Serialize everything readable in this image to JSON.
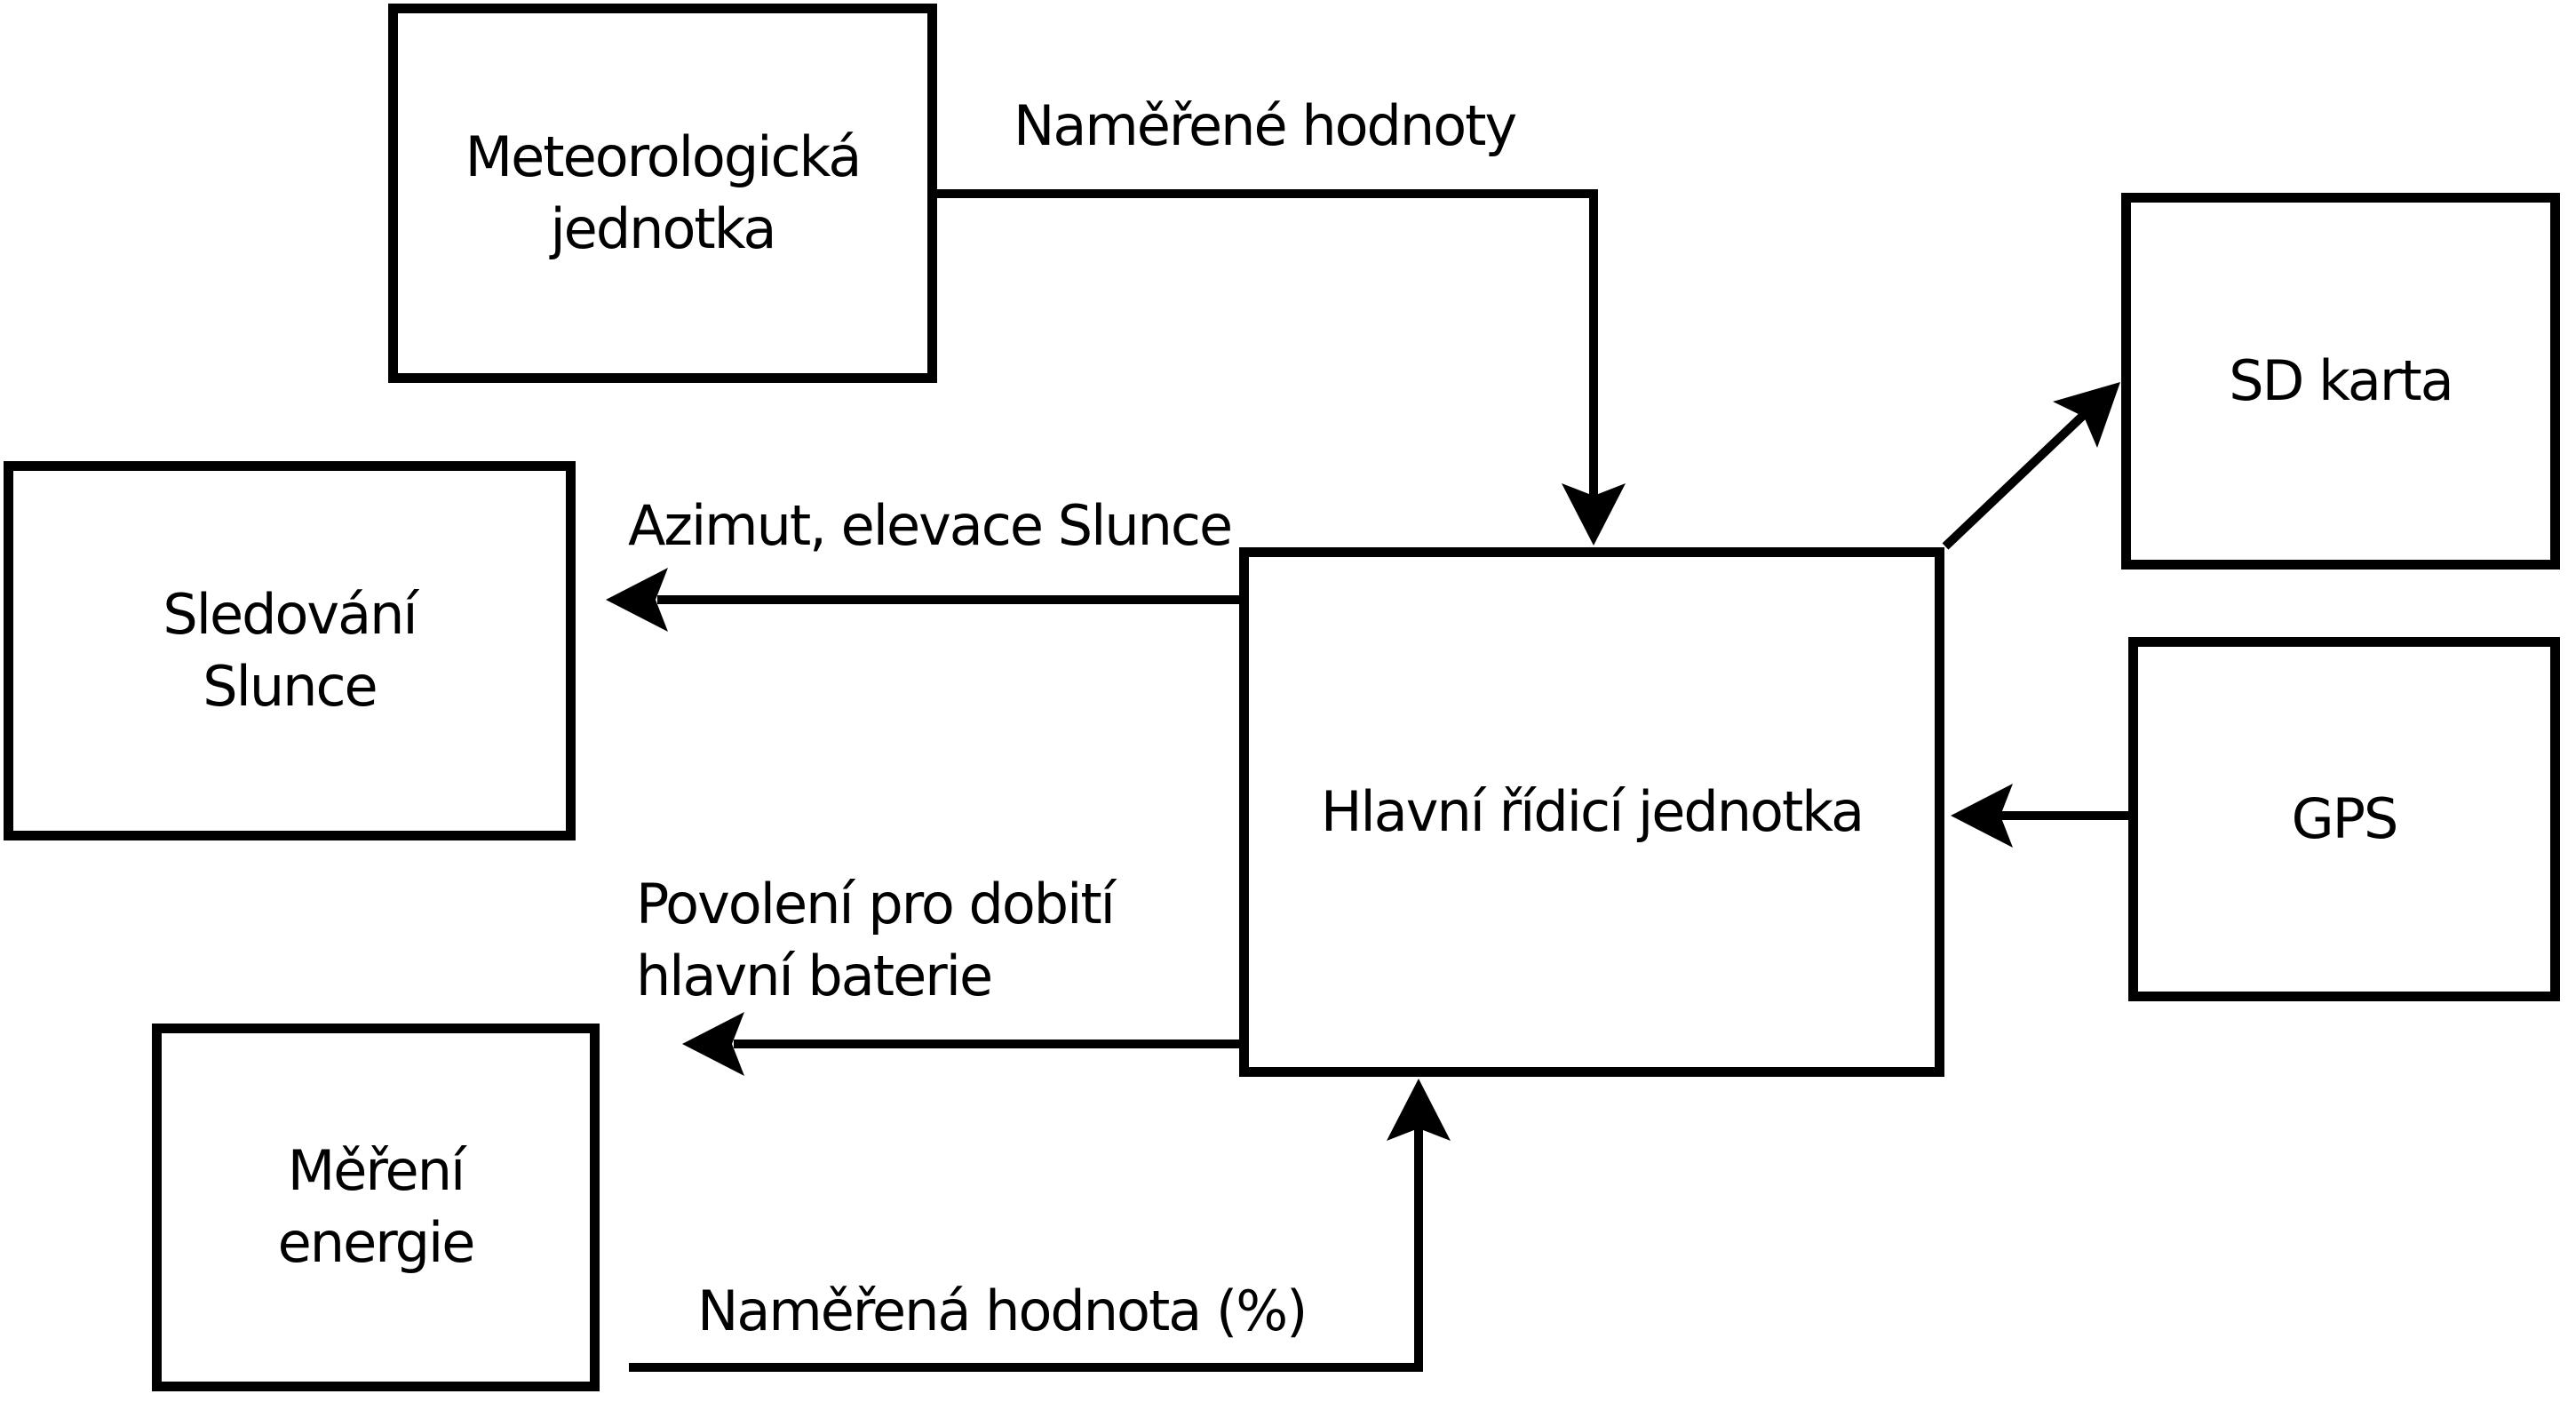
{
  "diagram": {
    "language": "cs",
    "boxes": {
      "meteo": {
        "label": "Meteorologická\njednotka"
      },
      "sledovani": {
        "label": "Sledování\nSlunce"
      },
      "mereni": {
        "label": "Měření\nenergie"
      },
      "hlavni": {
        "label": "Hlavní řídicí jednotka"
      },
      "sd": {
        "label": "SD karta"
      },
      "gps": {
        "label": "GPS"
      }
    },
    "edges": {
      "namerene": {
        "label": "Naměřené hodnoty",
        "from": "Meteorologická jednotka",
        "to": "Hlavní řídicí jednotka"
      },
      "azimut": {
        "label": "Azimut, elevace Slunce",
        "from": "Hlavní řídicí jednotka",
        "to": "Sledování Slunce"
      },
      "povoleni": {
        "label": "Povolení pro dobití\nhlavní baterie",
        "from": "Hlavní řídicí jednotka",
        "to": ""
      },
      "namerena": {
        "label": "Naměřená hodnota (%)",
        "from": "Měření energie",
        "to": "Hlavní řídicí jednotka"
      },
      "sd_zapis": {
        "label": "",
        "from": "Hlavní řídicí jednotka",
        "to": "SD karta"
      },
      "gps_data": {
        "label": "",
        "from": "GPS",
        "to": "Hlavní řídicí jednotka"
      }
    },
    "colors": {
      "stroke": "#000000",
      "background": "#ffffff"
    }
  }
}
